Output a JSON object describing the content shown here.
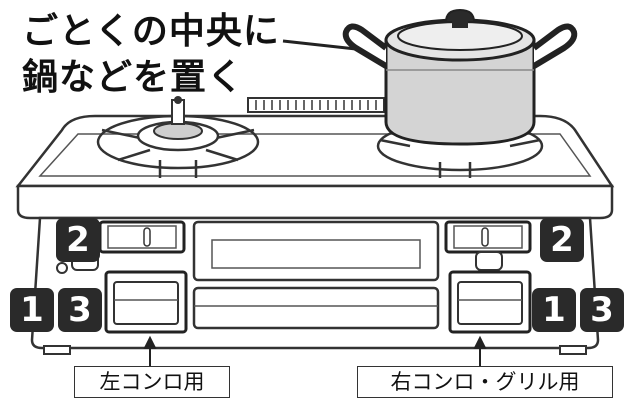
{
  "caption": {
    "line1": "ごとくの中央に",
    "line2": "鍋などを置く"
  },
  "badges": {
    "left_top": "2",
    "left_bottom_a": "1",
    "left_bottom_b": "3",
    "right_top": "2",
    "right_bottom_a": "1",
    "right_bottom_b": "3"
  },
  "labels": {
    "left_burner": "左コンロ用",
    "right_burner": "右コンロ・グリル用"
  },
  "colors": {
    "outline": "#333333",
    "pot_fill": "#d4d4d4",
    "badge_fill": "#2a2a2a",
    "highlight_box": "#222222"
  }
}
